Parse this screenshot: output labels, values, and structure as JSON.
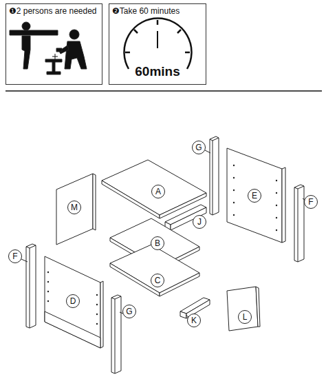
{
  "diagram": {
    "nodes": [
      {
        "text": [
          "❶2 persons are needed"
        ]
      },
      {
        "text": [
          "❷Take 60 minutes",
          "60mins"
        ]
      },
      {
        "text": [
          "G"
        ]
      },
      {
        "text": [
          "E"
        ]
      },
      {
        "text": [
          "A"
        ]
      },
      {
        "text": [
          "F"
        ]
      },
      {
        "text": [
          "M"
        ]
      },
      {
        "text": [
          "J"
        ]
      },
      {
        "text": [
          "B"
        ]
      },
      {
        "text": [
          "C"
        ]
      },
      {
        "text": [
          "F"
        ]
      },
      {
        "text": [
          "D"
        ]
      },
      {
        "text": [
          "G"
        ]
      },
      {
        "text": [
          "K"
        ]
      },
      {
        "text": [
          "L"
        ]
      }
    ]
  }
}
